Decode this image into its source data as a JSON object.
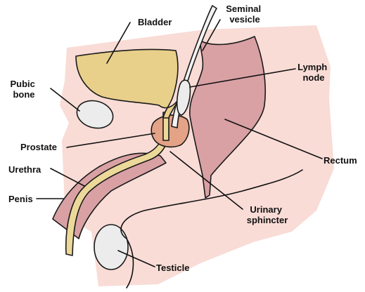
{
  "labels": {
    "bladder": "Bladder",
    "seminal_vesicle_line1": "Seminal",
    "seminal_vesicle_line2": "vesicle",
    "pubic_bone_line1": "Pubic",
    "pubic_bone_line2": "bone",
    "lymph_node_line1": "Lymph",
    "lymph_node_line2": "node",
    "prostate": "Prostate",
    "rectum": "Rectum",
    "urethra": "Urethra",
    "penis": "Penis",
    "urinary_sphincter_line1": "Urinary",
    "urinary_sphincter_line2": "sphincter",
    "testicle": "Testicle"
  },
  "colors": {
    "body_tissue": "#f9dcd6",
    "bladder": "#e8cf8a",
    "prostate": "#e4a286",
    "rectum": "#d9a1a4",
    "penis": "#d9a1a4",
    "urethra": "#ecd99a",
    "bone": "#ececec",
    "lymph_node": "#ececec",
    "outline": "#1a1a1a"
  }
}
